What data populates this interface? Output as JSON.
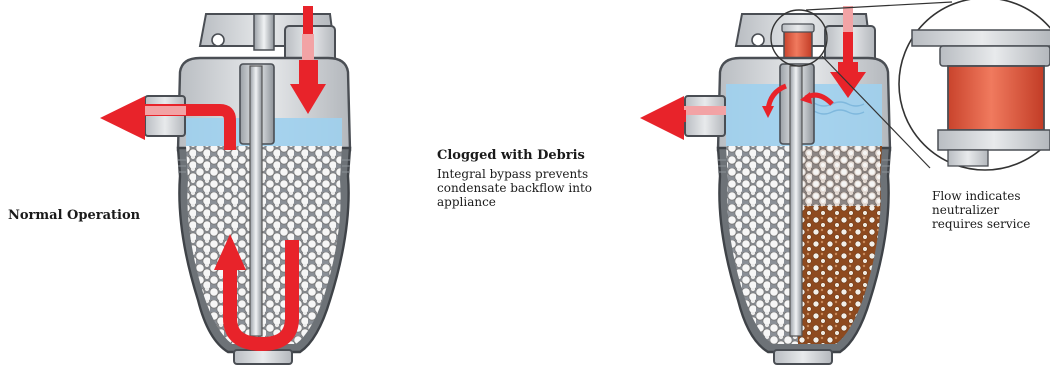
{
  "labels": {
    "normal_operation": "Normal Operation",
    "clogged_title": "Clogged with Debris",
    "bypass_description": "Integral bypass prevents condensate backflow into appliance",
    "flow_indicator_description": "Flow indicates neutralizer requires service"
  },
  "colors": {
    "flow_arrow": "#e8232a",
    "flow_arrow_light": "#f2a3a5",
    "water": "#9fd0ee",
    "housing_gray": "#cfd2d6",
    "housing_dark": "#5c6066",
    "media_pellet": "#f4f4f4",
    "debris": "#9a4f22",
    "indicator": "#e8573c"
  }
}
